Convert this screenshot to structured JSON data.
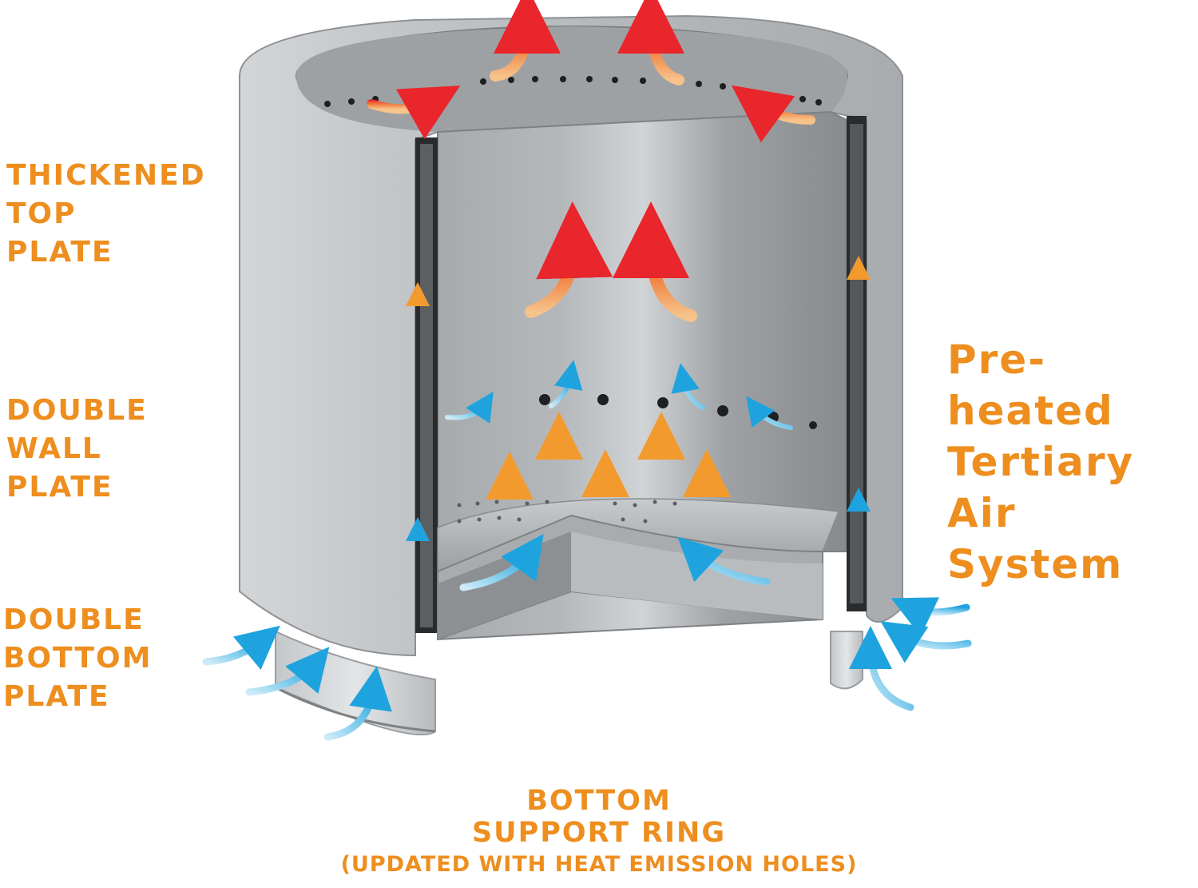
{
  "colors": {
    "label": "#ED8E1E",
    "hot_arrow": "#E8262B",
    "warm_arrow": "#F5A623",
    "cold_arrow": "#29A9E0",
    "steel": "#C9CCCF"
  },
  "labels": {
    "top_plate": [
      "THICKENED",
      "TOP",
      "PLATE"
    ],
    "double_wall": [
      "DOUBLE",
      "WALL",
      "PLATE"
    ],
    "double_bottom": [
      "DOUBLE",
      "BOTTOM",
      "PLATE"
    ],
    "tertiary": [
      "Pre-heated",
      "Tertiary",
      "Air System"
    ],
    "support_ring": [
      "BOTTOM",
      "SUPPORT RING",
      "(UPDATED WITH HEAT EMISSION HOLES)"
    ]
  }
}
